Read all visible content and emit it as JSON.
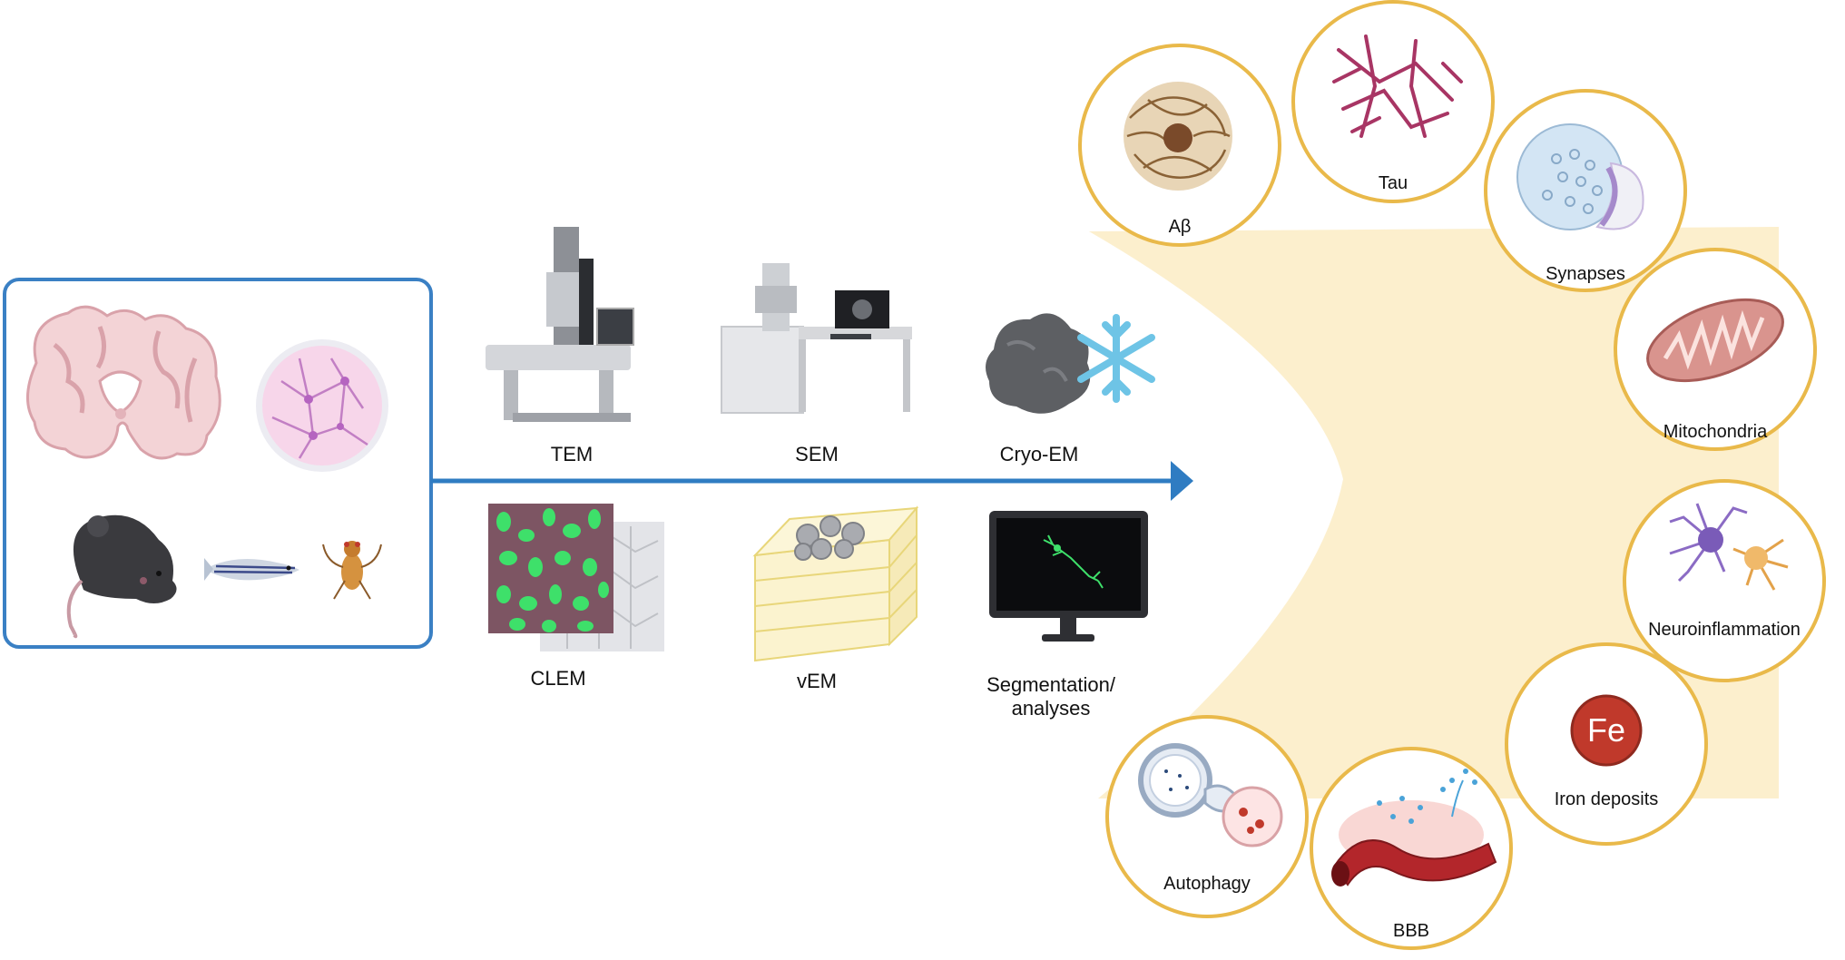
{
  "techniques": {
    "tem": "TEM",
    "sem": "SEM",
    "cryo_em": "Cryo-EM",
    "clem": "CLEM",
    "vem": "vEM",
    "segmentation_line1": "Segmentation/",
    "segmentation_line2": "analyses"
  },
  "targets": {
    "abeta": "Aβ",
    "tau": "Tau",
    "synapses": "Synapses",
    "mitochondria": "Mitochondria",
    "neuroinflammation": "Neuroinflammation",
    "iron_deposits": "Iron deposits",
    "iron_symbol": "Fe",
    "bbb": "BBB",
    "autophagy": "Autophagy"
  },
  "colors": {
    "arrow_blue": "#2f7cc2",
    "model_box_border": "#3a80c4",
    "chevron_fill": "#fbecc4",
    "circle_border": "#e9b94a",
    "tau_fibril": "#a83564",
    "iron_red": "#c0392b",
    "neuron_green": "#3ee06a"
  },
  "icons": {
    "model_box": [
      "brain-section-icon",
      "cell-culture-dish-icon",
      "mouse-icon",
      "zebrafish-icon",
      "fruit-fly-icon"
    ],
    "techniques": [
      "tem-microscope-icon",
      "sem-microscope-icon",
      "cryo-sample-icon",
      "snowflake-icon",
      "clem-overlay-icon",
      "vem-stack-icon",
      "monitor-icon"
    ]
  }
}
